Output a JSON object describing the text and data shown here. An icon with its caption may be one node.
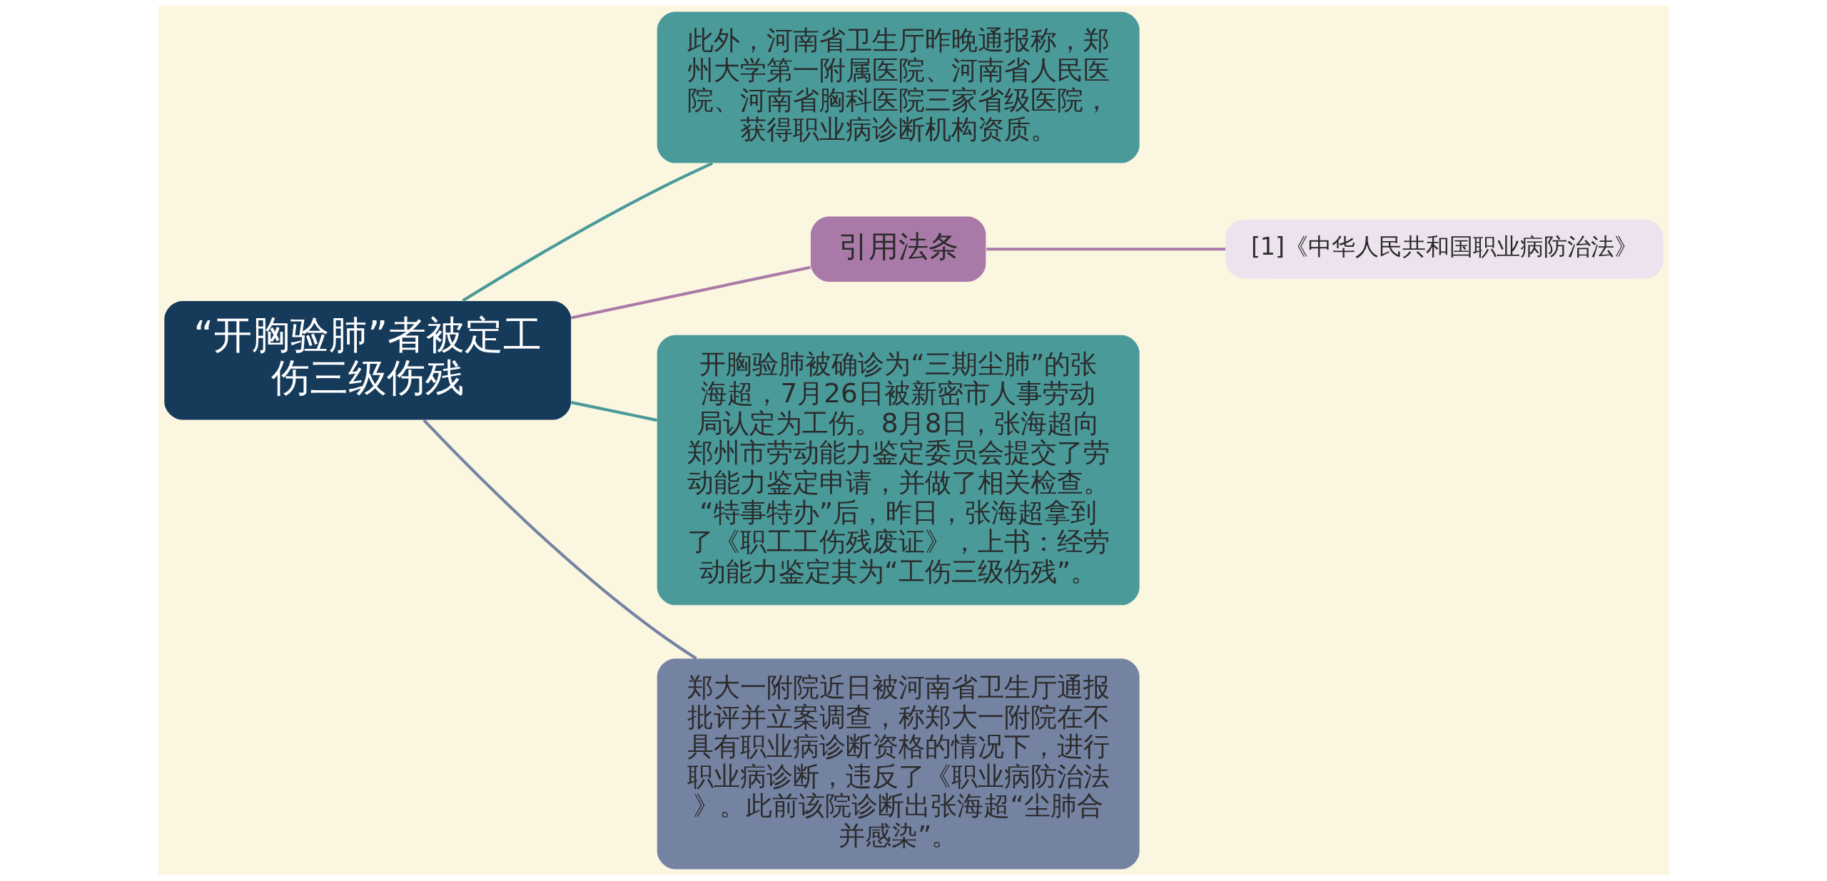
{
  "diagram": {
    "nodes": [
      {
        "text": [
          "“开胸验肺”者被定工伤三级伤残"
        ]
      },
      {
        "text": [
          "此外，河南省卫生厅昨晚通报称，郑州大学第一附属医院、河南省人民医院、河南省胸科医院三家省级医院，获得职业病诊断机构资质。"
        ]
      },
      {
        "text": [
          "引用法条"
        ]
      },
      {
        "text": [
          "[1]《中华人民共和国职业病防治法》"
        ]
      },
      {
        "text": [
          "开胸验肺被确诊为“三期尘肺”的张海超，7月26日被新密市人事劳动局认定为工伤。8月8日，张海超向郑州市劳动能力鉴定委员会提交了劳动能力鉴定申请，并做了相关检查。“特事特办”后，昨日，张海超拿到了《职工工伤残废证》，上书：经劳动能力鉴定其为“工伤三级伤残”。"
        ]
      },
      {
        "text": [
          "郑大一附院近日被河南省卫生厅通报批评并立案调查，称郑大一附院在不具有职业病诊断资格的情况下，进行职业病诊断，违反了《职业病防治法》。此前该院诊断出张海超“尘肺合并感染”。"
        ]
      }
    ],
    "edges": [
      {
        "from": 0,
        "to": 1,
        "arrow": "none",
        "color": "#4a9a9a"
      },
      {
        "from": 0,
        "to": 2,
        "arrow": "none",
        "color": "#a97aa8"
      },
      {
        "from": 2,
        "to": 3,
        "arrow": "none",
        "color": "#a97aa8"
      },
      {
        "from": 0,
        "to": 4,
        "arrow": "none",
        "color": "#4a9a9a"
      },
      {
        "from": 0,
        "to": 5,
        "arrow": "none",
        "color": "#7583a3"
      }
    ]
  }
}
